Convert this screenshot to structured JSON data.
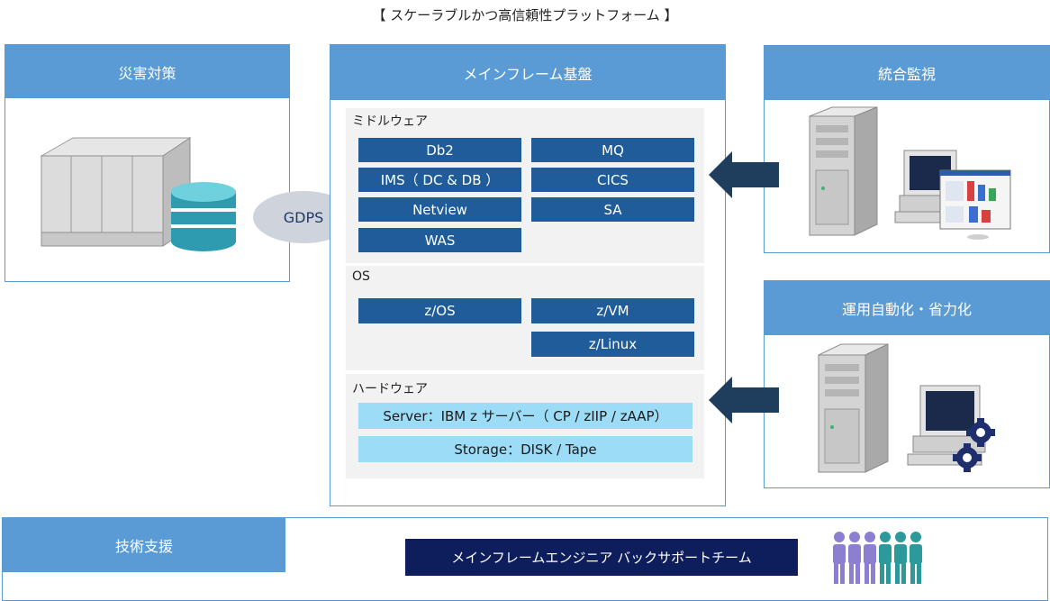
{
  "title": "【 スケーラブルかつ高信頼性プラットフォーム 】",
  "disaster": {
    "header": "災害対策"
  },
  "gdps": "GDPS",
  "mainframe": {
    "header": "メインフレーム基盤",
    "middleware": {
      "label": "ミドルウェア",
      "items": [
        "Db2",
        "MQ",
        "IMS（ DC & DB ）",
        "CICS",
        "Netview",
        "SA",
        "WAS"
      ]
    },
    "os": {
      "label": "OS",
      "items": [
        "z/OS",
        "z/VM",
        "z/Linux"
      ]
    },
    "hardware": {
      "label": "ハードウェア",
      "server": "Server：IBM z サーバー（ CP / zIIP / zAAP）",
      "storage": "Storage：DISK / Tape"
    }
  },
  "monitoring": {
    "header": "統合監視"
  },
  "automation": {
    "header": "運用自動化・省力化"
  },
  "support": {
    "header": "技術支援",
    "team": "メインフレームエンジニア バックサポートチーム"
  },
  "colors": {
    "panel_header": "#5b9bd5",
    "item_dark": "#1f5c99",
    "item_light": "#9cdcf6",
    "team_bar": "#0e1e5c",
    "arrow": "#1f3d5c"
  }
}
